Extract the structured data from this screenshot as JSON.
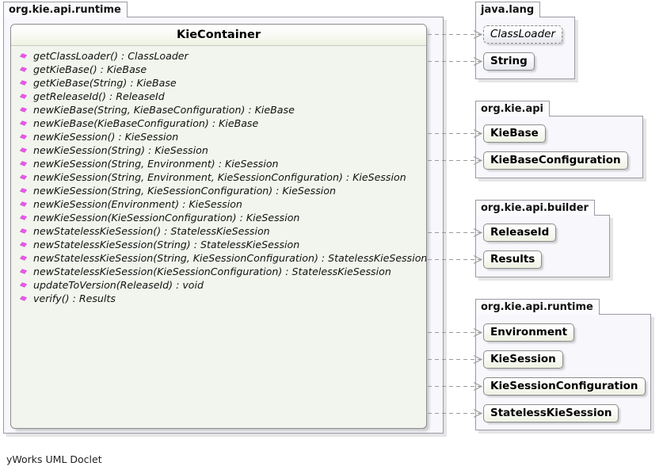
{
  "footer": {
    "text": "yWorks UML Doclet"
  },
  "colors": {
    "page_background": "#ffffff",
    "package_fill": "#f7f7fc",
    "package_border": "#9a9aa5",
    "package_tab_fill": "#fbfbfd",
    "class_body_fill": "#f2f5ed",
    "class_border": "#8d8d8d",
    "class_header_gradient_end": "#eef2e2",
    "gray_node_gradient_end": "#e6e8ef",
    "method_icon": "#ee55ee",
    "edge_line": "#9a9a9a"
  },
  "main_package": {
    "name": "org.kie.api.runtime",
    "class": {
      "name": "KieContainer",
      "member_icon": "method-icon",
      "members": [
        "getClassLoader() : ClassLoader",
        "getKieBase() : KieBase",
        "getKieBase(String) : KieBase",
        "getReleaseId() : ReleaseId",
        "newKieBase(String, KieBaseConfiguration) : KieBase",
        "newKieBase(KieBaseConfiguration) : KieBase",
        "newKieSession() : KieSession",
        "newKieSession(String) : KieSession",
        "newKieSession(String, Environment) : KieSession",
        "newKieSession(String, Environment, KieSessionConfiguration) : KieSession",
        "newKieSession(String, KieSessionConfiguration) : KieSession",
        "newKieSession(Environment) : KieSession",
        "newKieSession(KieSessionConfiguration) : KieSession",
        "newStatelessKieSession() : StatelessKieSession",
        "newStatelessKieSession(String) : StatelessKieSession",
        "newStatelessKieSession(String, KieSessionConfiguration) : StatelessKieSession",
        "newStatelessKieSession(KieSessionConfiguration) : StatelessKieSession",
        "updateToVersion(ReleaseId) : void",
        "verify() : Results"
      ]
    }
  },
  "referenced_packages": [
    {
      "name": "java.lang",
      "classes": [
        {
          "label": "ClassLoader",
          "style": "abstract"
        },
        {
          "label": "String",
          "style": "gray"
        }
      ]
    },
    {
      "name": "org.kie.api",
      "classes": [
        {
          "label": "KieBase",
          "style": "normal"
        },
        {
          "label": "KieBaseConfiguration",
          "style": "normal"
        }
      ]
    },
    {
      "name": "org.kie.api.builder",
      "classes": [
        {
          "label": "ReleaseId",
          "style": "normal"
        },
        {
          "label": "Results",
          "style": "normal"
        }
      ]
    },
    {
      "name": "org.kie.api.runtime",
      "classes": [
        {
          "label": "Environment",
          "style": "normal"
        },
        {
          "label": "KieSession",
          "style": "normal"
        },
        {
          "label": "KieSessionConfiguration",
          "style": "normal"
        },
        {
          "label": "StatelessKieSession",
          "style": "normal"
        }
      ]
    }
  ],
  "dependencies": [
    {
      "from": "KieContainer",
      "to": "ClassLoader",
      "style": "dashed"
    },
    {
      "from": "KieContainer",
      "to": "String",
      "style": "dashed"
    },
    {
      "from": "KieContainer",
      "to": "KieBase",
      "style": "dashed"
    },
    {
      "from": "KieContainer",
      "to": "KieBaseConfiguration",
      "style": "dashed"
    },
    {
      "from": "KieContainer",
      "to": "ReleaseId",
      "style": "dashed"
    },
    {
      "from": "KieContainer",
      "to": "Results",
      "style": "dashed"
    },
    {
      "from": "KieContainer",
      "to": "Environment",
      "style": "dashed"
    },
    {
      "from": "KieContainer",
      "to": "KieSession",
      "style": "dashed"
    },
    {
      "from": "KieContainer",
      "to": "KieSessionConfiguration",
      "style": "dashed"
    },
    {
      "from": "KieContainer",
      "to": "StatelessKieSession",
      "style": "dashed"
    }
  ]
}
